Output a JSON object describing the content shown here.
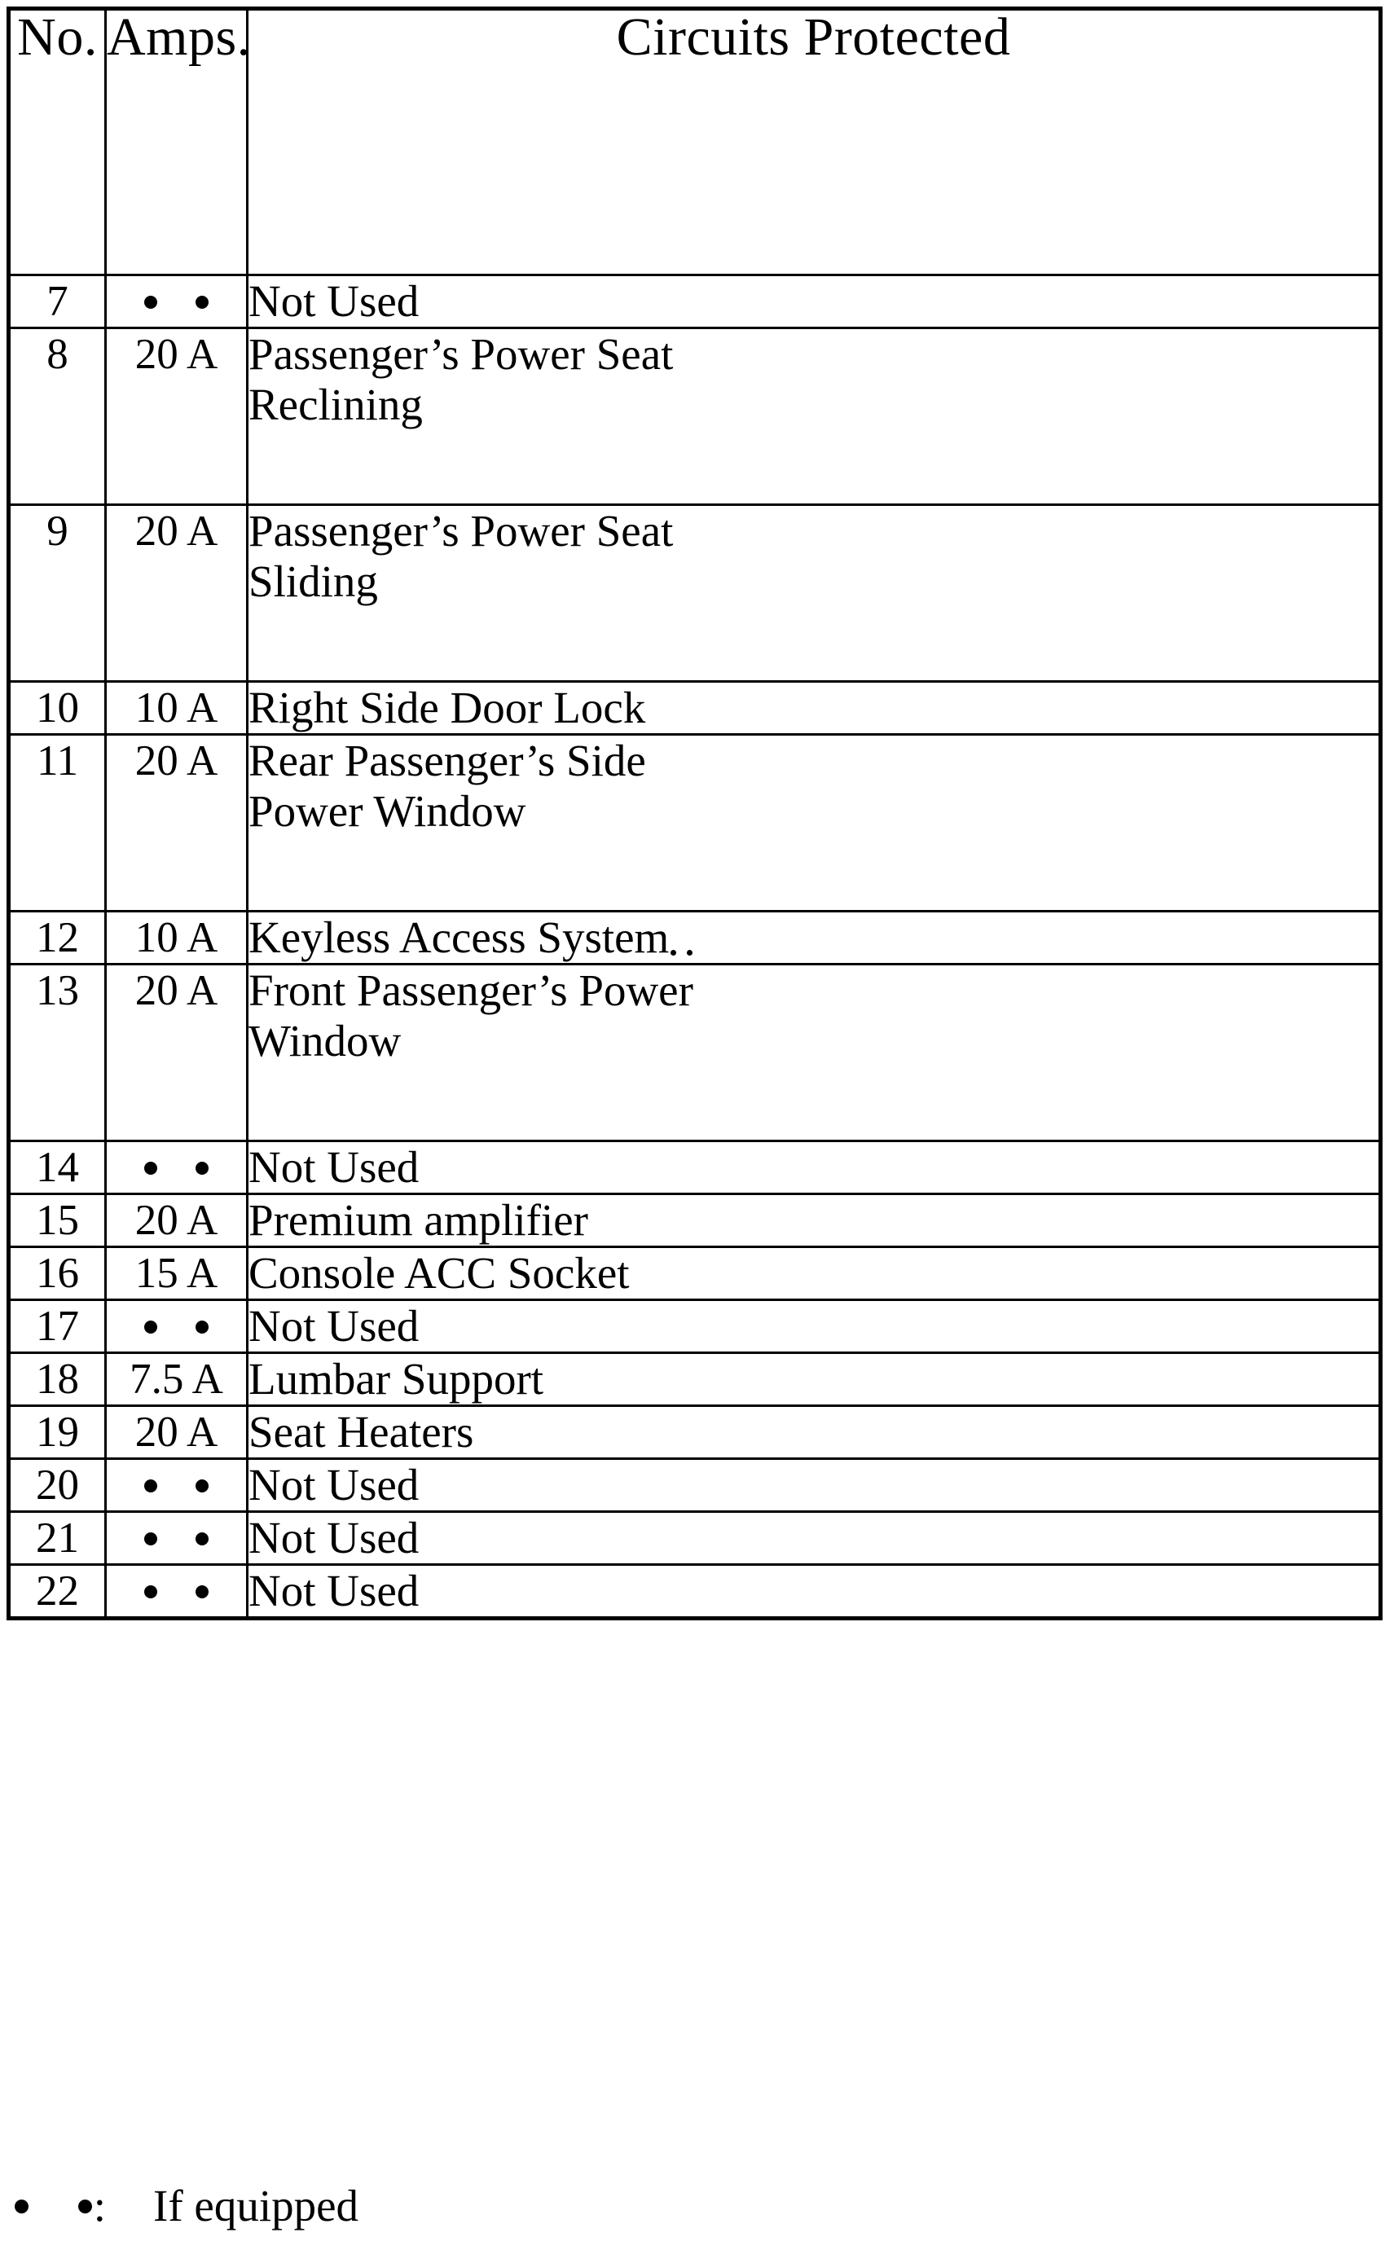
{
  "table": {
    "columns": [
      {
        "key": "no",
        "label": "No."
      },
      {
        "key": "amps",
        "label": "Amps."
      },
      {
        "key": "circuit",
        "label": "Circuits Protected"
      }
    ],
    "rows": [
      {
        "no": "7",
        "amps": "",
        "amps_marker": "if-equipped-dots",
        "circuit_line1": "Not Used",
        "circuit_line2": ""
      },
      {
        "no": "8",
        "amps": "20 A",
        "amps_marker": "",
        "circuit_line1": "Passenger’s Power Seat",
        "circuit_line2": "Reclining"
      },
      {
        "no": "9",
        "amps": "20 A",
        "amps_marker": "",
        "circuit_line1": "Passenger’s Power Seat",
        "circuit_line2": "Sliding"
      },
      {
        "no": "10",
        "amps": "10 A",
        "amps_marker": "",
        "circuit_line1": "Right Side Door Lock",
        "circuit_line2": ""
      },
      {
        "no": "11",
        "amps": "20 A",
        "amps_marker": "",
        "circuit_line1": "Rear Passenger’s Side",
        "circuit_line2": "Power Window"
      },
      {
        "no": "12",
        "amps": "10 A",
        "amps_marker": "",
        "circuit_line1": "Keyless Access System",
        "circuit_line2": "",
        "circuit_marker": "if-equipped-superscript"
      },
      {
        "no": "13",
        "amps": "20 A",
        "amps_marker": "",
        "circuit_line1": "Front Passenger’s Power",
        "circuit_line2": "Window"
      },
      {
        "no": "14",
        "amps": "",
        "amps_marker": "if-equipped-dots",
        "circuit_line1": "Not Used",
        "circuit_line2": ""
      },
      {
        "no": "15",
        "amps": "20 A",
        "amps_marker": "",
        "circuit_line1": "Premium amplifier",
        "circuit_line2": ""
      },
      {
        "no": "16",
        "amps": "15 A",
        "amps_marker": "",
        "circuit_line1": "Console ACC Socket",
        "circuit_line2": ""
      },
      {
        "no": "17",
        "amps": "",
        "amps_marker": "if-equipped-dots",
        "circuit_line1": "Not Used",
        "circuit_line2": ""
      },
      {
        "no": "18",
        "amps": "7.5 A",
        "amps_marker": "",
        "circuit_line1": "Lumbar Support",
        "circuit_line2": ""
      },
      {
        "no": "19",
        "amps": "20 A",
        "amps_marker": "",
        "circuit_line1": "Seat Heaters",
        "circuit_line2": ""
      },
      {
        "no": "20",
        "amps": "",
        "amps_marker": "if-equipped-dots",
        "circuit_line1": "Not Used",
        "circuit_line2": ""
      },
      {
        "no": "21",
        "amps": "",
        "amps_marker": "if-equipped-dots",
        "circuit_line1": "Not Used",
        "circuit_line2": ""
      },
      {
        "no": "22",
        "amps": "",
        "amps_marker": "if-equipped-dots",
        "circuit_line1": "Not Used",
        "circuit_line2": ""
      }
    ]
  },
  "footnote": {
    "marker": "if-equipped-dots",
    "colon": ":",
    "label": "If equipped"
  },
  "colors": {
    "border": "#000000",
    "text": "#000000",
    "background": "#ffffff"
  }
}
